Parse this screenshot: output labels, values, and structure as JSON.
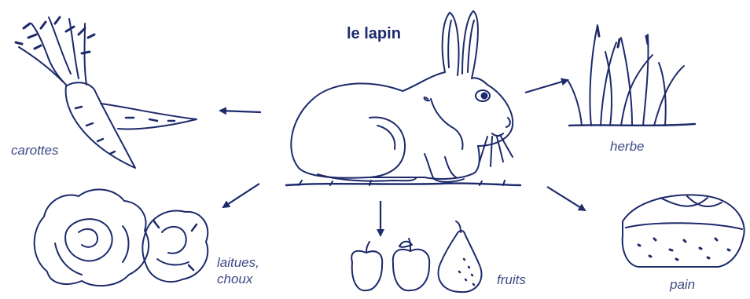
{
  "title": "le lapin",
  "labels": {
    "carrots": "carottes",
    "grass": "herbe",
    "lettuce_line1": "laitues,",
    "lettuce_line2": "choux",
    "fruits": "fruits",
    "bread": "pain"
  },
  "colors": {
    "ink": "#1d2a6b",
    "label": "#3d4a87",
    "background": "#ffffff"
  }
}
